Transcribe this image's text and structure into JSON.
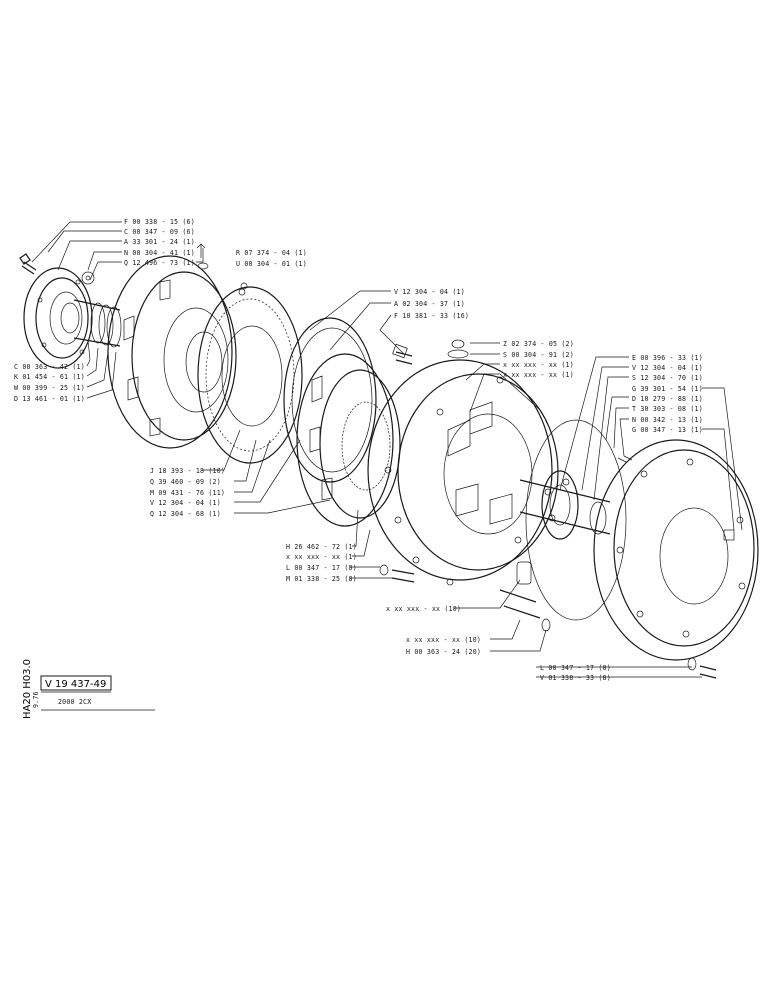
{
  "sheet": {
    "group_code": "HA20 H03.0",
    "drawing_number": "V 19 437-49",
    "date": "9.76",
    "model": "2000 2CX"
  },
  "parts": [
    {
      "ref": "F 00 338 - 15 (6)"
    },
    {
      "ref": "C 00 347 - 09 (6)"
    },
    {
      "ref": "A 33 301 - 24 (1)"
    },
    {
      "ref": "N 00 304 - 41 (1)"
    },
    {
      "ref": "Q 12 496 - 73 (1)"
    },
    {
      "ref": "R 07 374 - 04 (1)"
    },
    {
      "ref": "U 00 304 - 01 (1)"
    },
    {
      "ref": "C 00 363 - 42 (1)"
    },
    {
      "ref": "K 01 454 - 61 (1)"
    },
    {
      "ref": "W 00 399 - 25 (1)"
    },
    {
      "ref": "D 13 461 - 01 (1)"
    },
    {
      "ref": "V 12 304 - 04 (1)"
    },
    {
      "ref": "A 02 304 - 37 (1)"
    },
    {
      "ref": "F 10 381 - 33 (16)"
    },
    {
      "ref": "Z 02 374 - 05 (2)"
    },
    {
      "ref": "S 00 304 - 91 (2)"
    },
    {
      "ref": "x xx xxx - xx (1)"
    },
    {
      "ref": "x xx xxx - xx (1)"
    },
    {
      "ref": "E 00 396 - 33 (1)"
    },
    {
      "ref": "V 12 304 - 04 (1)"
    },
    {
      "ref": "S 12 304 - 70 (1)"
    },
    {
      "ref": "G 39 301 - 54 (1)"
    },
    {
      "ref": "D 10 279 - 88 (1)"
    },
    {
      "ref": "T 30 303 - 08 (1)"
    },
    {
      "ref": "N 00 342 - 13 (1)"
    },
    {
      "ref": "G 00 347 - 13 (1)"
    },
    {
      "ref": "J 18 393 - 18 (10)"
    },
    {
      "ref": "Q 39 460 - 09 (2)"
    },
    {
      "ref": "M 09 431 - 76 (11)"
    },
    {
      "ref": "V 12 304 - 04 (1)"
    },
    {
      "ref": "Q 12 304 - 68 (1)"
    },
    {
      "ref": "H 26 462 - 72 (1)"
    },
    {
      "ref": "x xx xxx - xx (1)"
    },
    {
      "ref": "L 00 347 - 17 (8)"
    },
    {
      "ref": "M 01 338 - 25 (8)"
    },
    {
      "ref": "x xx xxx - xx (10)"
    },
    {
      "ref": "x xx xxx - xx (10)"
    },
    {
      "ref": "H 00 363 - 24 (20)"
    },
    {
      "ref": "L 00 347 - 17 (8)"
    },
    {
      "ref": "V 01 338 - 33 (8)"
    }
  ]
}
